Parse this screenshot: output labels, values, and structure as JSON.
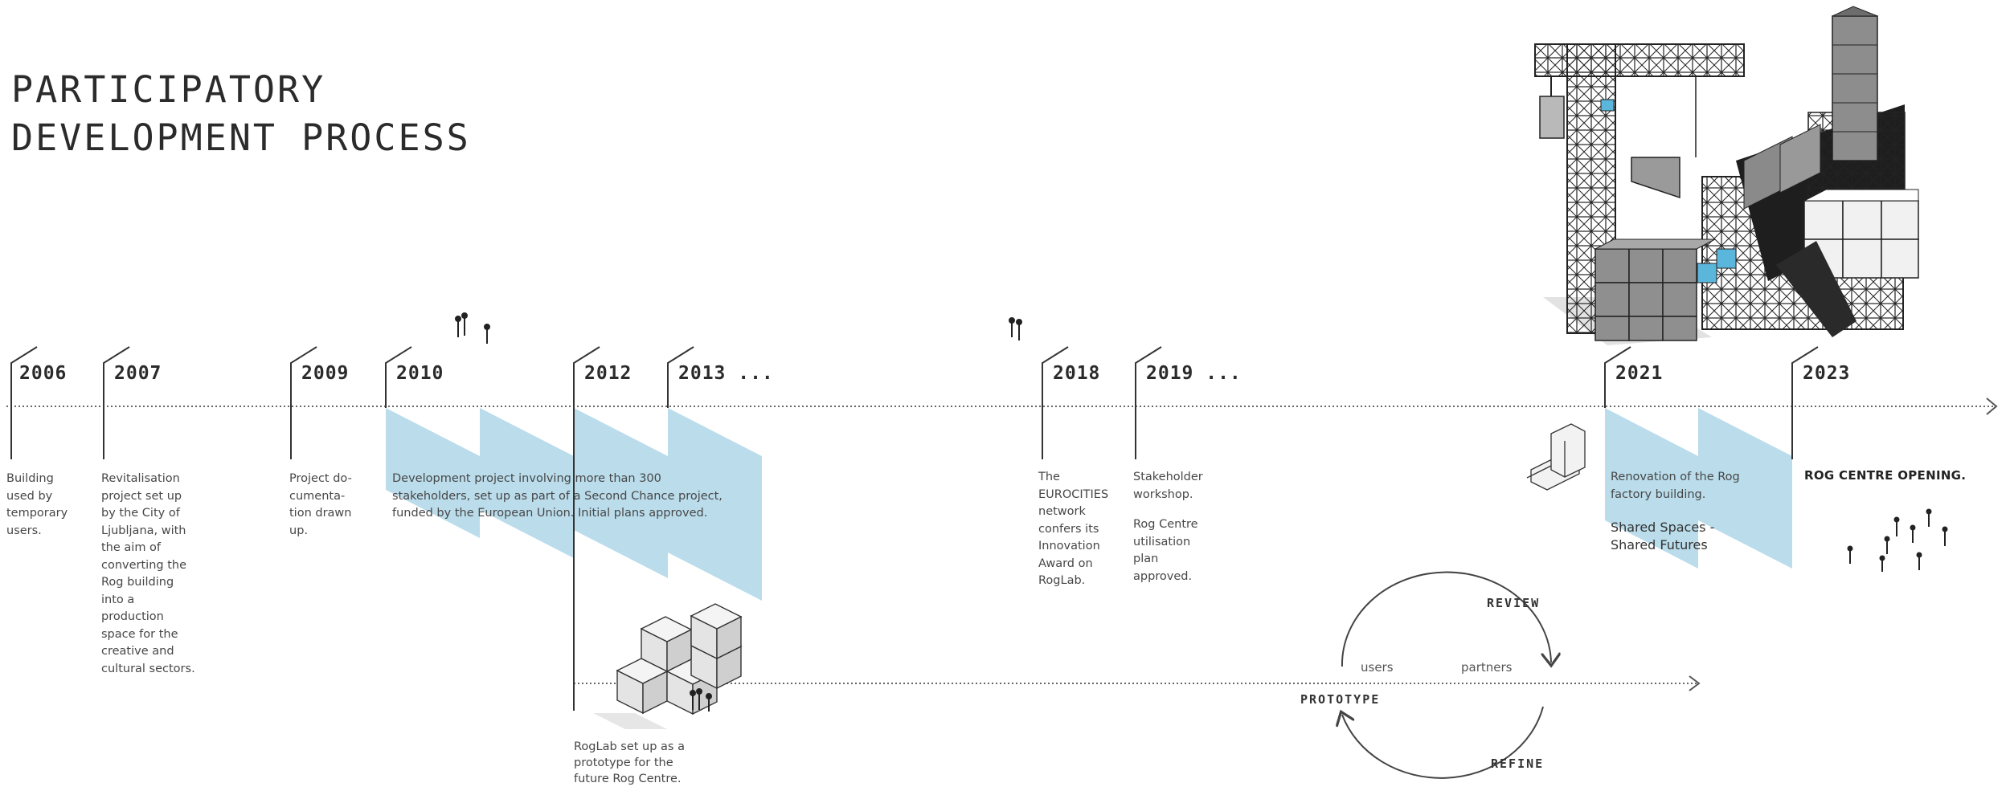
{
  "title": {
    "line1": "PARTICIPATORY",
    "line2": "DEVELOPMENT PROCESS"
  },
  "colors": {
    "accent_blue": "#b7dbea",
    "line": "#555555",
    "text": "#3a3a3a"
  },
  "milestones": [
    {
      "year": "2006",
      "text": "Building used by temporary users."
    },
    {
      "year": "2007",
      "text": "Revitalisation project set up by the City of Ljubljana, with the aim of converting the Rog building into a production space for the creative and cultural sectors."
    },
    {
      "year": "2009",
      "text": "Project do-cumenta-tion drawn up."
    },
    {
      "year": "2010",
      "text": "Development project involving more than 300 stakeholders, set up as part of a Second Chance project, funded by the European Union. Initial plans approved."
    },
    {
      "year": "2012",
      "text": "RogLab set up as a prototype for the future Rog Centre."
    },
    {
      "year": "2013 ...",
      "text": ""
    },
    {
      "year": "2018",
      "text": "The EUROCITIES network confers its Innovation Award on RogLab."
    },
    {
      "year": "2019 ...",
      "text": "Stakeholder workshop.",
      "text2": "Rog Centre utilisation plan approved."
    },
    {
      "year": "2021",
      "text": "Renovation of the Rog factory building.",
      "text2": "Shared Spaces - Shared Futures"
    },
    {
      "year": "2023",
      "text": "ROG CENTRE OPENING."
    }
  ],
  "cycle": {
    "review": "REVIEW",
    "refine": "REFINE",
    "prototype": "PROTOTYPE",
    "users": "users",
    "partners": "partners"
  }
}
